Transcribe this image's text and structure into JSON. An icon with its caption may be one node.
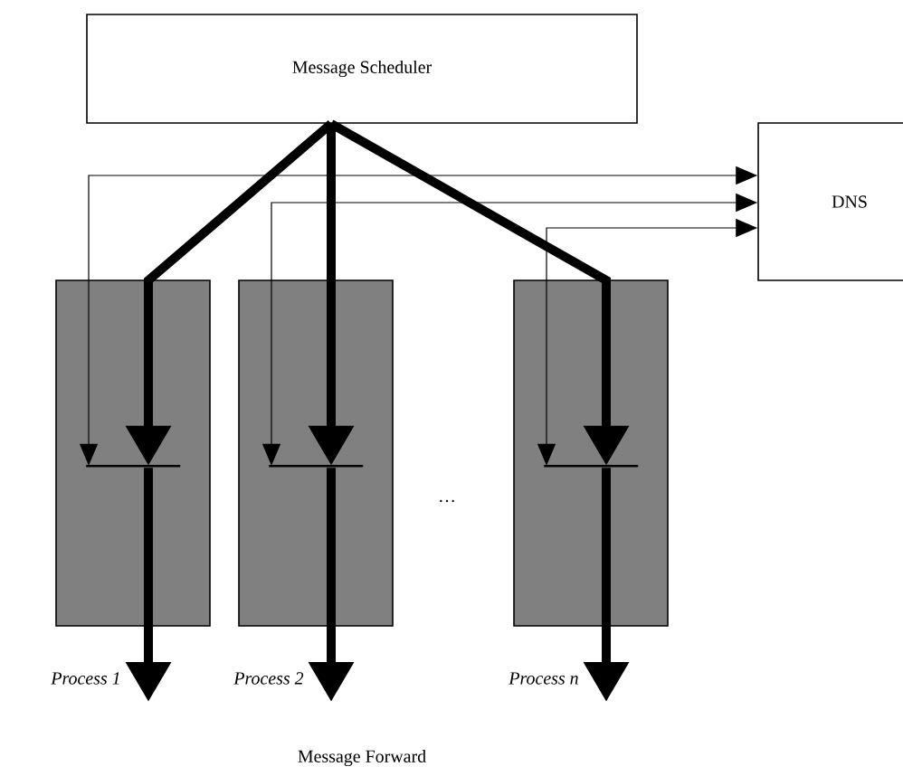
{
  "diagram": {
    "nodes": [
      {
        "text": [
          "Message Scheduler"
        ]
      },
      {
        "text": [
          "DNS"
        ]
      },
      {
        "text": [],
        "shape": "box",
        "beside": [
          "Process 1"
        ]
      },
      {
        "text": [],
        "shape": "bar",
        "in": 2
      },
      {
        "text": [],
        "shape": "box",
        "beside": [
          "Process 2"
        ]
      },
      {
        "text": [],
        "shape": "bar",
        "in": 4
      },
      {
        "text": [],
        "shape": "box",
        "beside": [
          "Process n"
        ]
      },
      {
        "text": [],
        "shape": "bar",
        "in": 6
      }
    ],
    "edges": [
      {
        "from": 0,
        "to": 3,
        "arrow": "to"
      },
      {
        "from": 0,
        "to": 5,
        "arrow": "to"
      },
      {
        "from": 0,
        "to": 7,
        "arrow": "to"
      },
      {
        "from": 3,
        "to": 1,
        "arrow": "both"
      },
      {
        "from": 5,
        "to": 1,
        "arrow": "both"
      },
      {
        "from": 7,
        "to": 1,
        "arrow": "both"
      },
      {
        "from": 3,
        "to": null,
        "arrow": "to"
      },
      {
        "from": 5,
        "to": null,
        "arrow": "to"
      },
      {
        "from": 7,
        "to": null,
        "arrow": "to"
      }
    ],
    "labels": [
      "…",
      "Message Forward"
    ]
  }
}
